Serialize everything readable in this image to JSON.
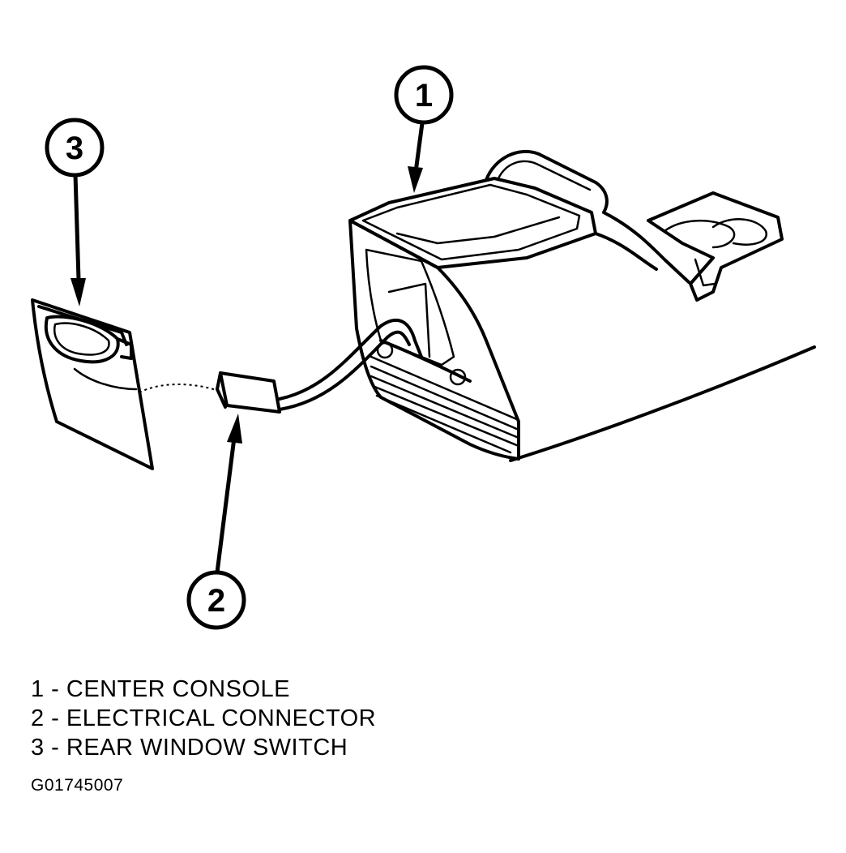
{
  "callouts": [
    {
      "number": "1",
      "label": "CENTER CONSOLE"
    },
    {
      "number": "2",
      "label": "ELECTRICAL CONNECTOR"
    },
    {
      "number": "3",
      "label": "REAR WINDOW SWITCH"
    }
  ],
  "legend": [
    "1 - CENTER CONSOLE",
    "2 - ELECTRICAL CONNECTOR",
    "3 - REAR WINDOW SWITCH"
  ],
  "figure_id": "G01745007"
}
